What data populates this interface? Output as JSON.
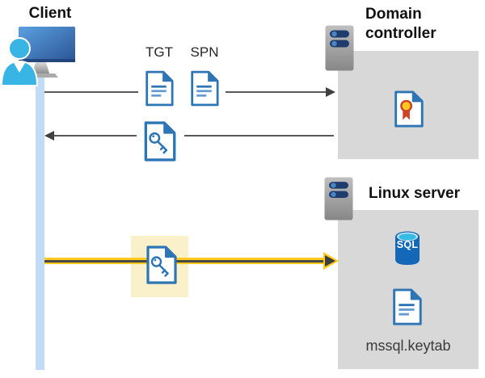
{
  "client": {
    "label": "Client"
  },
  "tickets": {
    "tgt": "TGT",
    "spn": "SPN"
  },
  "domain_controller": {
    "label": "Domain controller"
  },
  "linux_server": {
    "label": "Linux server",
    "sql_badge": "SQL",
    "keytab_label": "mssql.keytab"
  },
  "colors": {
    "doc_blue": "#2E75B6",
    "doc_line_light": "#659AD2",
    "panel_gray": "#D8D8D8",
    "lifeline_blue": "#C3DCF6",
    "highlight_yellow": "#FAF1CB",
    "arrow_yellow": "#FFC91E",
    "arrow_gray": "#595959",
    "arrowhead_dark": "#404040",
    "person_cyan": "#38B4E5",
    "monitor_blue": "#2C5897",
    "sql_body_blue": "#1368B8",
    "sql_top_cyan": "#36BCE4",
    "cert_red": "#CE4328",
    "cert_gold": "#FFC81E",
    "server_bar_navy": "#1E3C6E",
    "server_dot_blue": "#4B83C3"
  }
}
